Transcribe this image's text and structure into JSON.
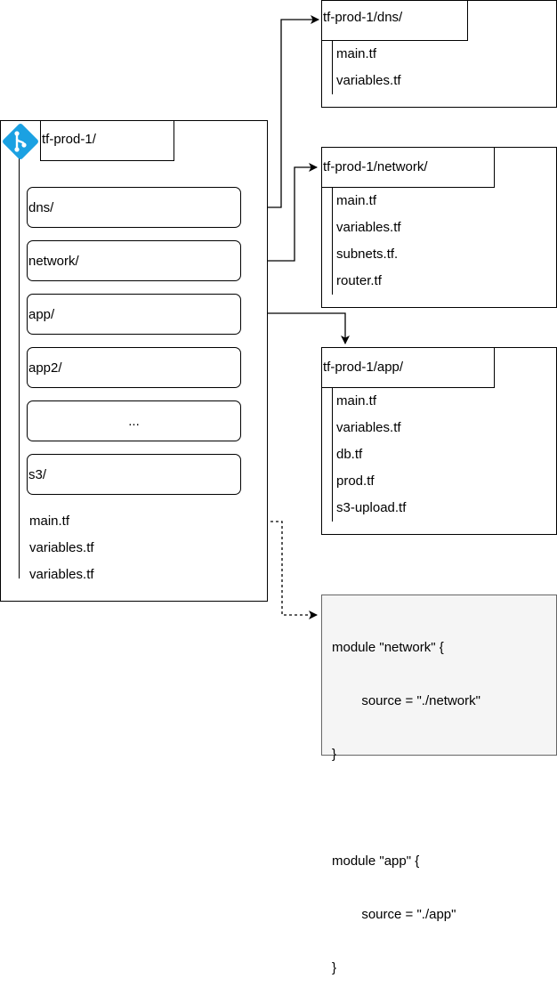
{
  "root": {
    "title": "tf-prod-1/",
    "directories": [
      "dns/",
      "network/",
      "app/",
      "app2/",
      "...",
      "s3/"
    ],
    "files": [
      "main.tf",
      "variables.tf",
      "variables.tf"
    ]
  },
  "dns_folder": {
    "title": "tf-prod-1/dns/",
    "files": [
      "main.tf",
      "variables.tf"
    ]
  },
  "network_folder": {
    "title": "tf-prod-1/network/",
    "files": [
      "main.tf",
      "variables.tf",
      "subnets.tf.",
      "router.tf"
    ]
  },
  "app_folder": {
    "title": "tf-prod-1/app/",
    "files": [
      "main.tf",
      "variables.tf",
      "db.tf",
      "prod.tf",
      "s3-upload.tf"
    ]
  },
  "main_tf_code": {
    "lines": [
      "module \"network\" {",
      "        source = \"./network\"",
      "}",
      "",
      "module \"app\" {",
      "        source = \"./app\"",
      "}"
    ]
  },
  "icons": {
    "repo": "git-icon"
  },
  "colors": {
    "git_icon": "#1ba1e2",
    "code_background": "#f5f5f5",
    "code_border": "#666666"
  }
}
